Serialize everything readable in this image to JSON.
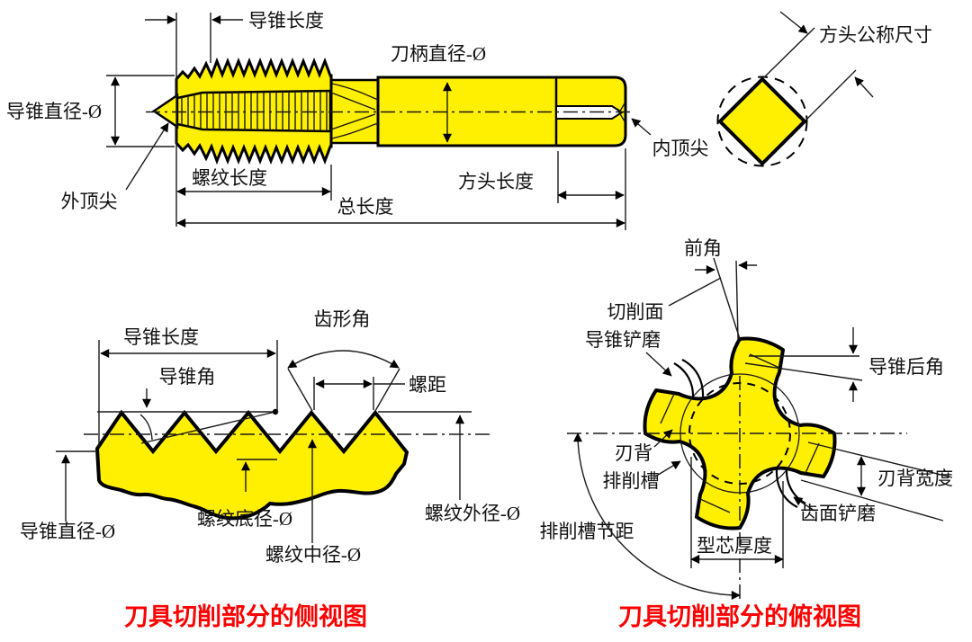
{
  "colors": {
    "fill_yellow": "#ffef00",
    "line_black": "#000000",
    "caption_red": "#ff0000"
  },
  "top_view": {
    "lead_taper_length": "导锥长度",
    "shank_diameter": "刀柄直径-Ø",
    "lead_taper_diameter": "导锥直径-Ø",
    "external_center": "外顶尖",
    "thread_length": "螺纹长度",
    "total_length": "总长度",
    "square_head_length": "方头长度",
    "internal_center": "内顶尖",
    "square_head_nominal_size": "方头公称尺寸"
  },
  "cutting_side_view": {
    "lead_taper_length": "导锥长度",
    "lead_taper_angle": "导锥角",
    "tooth_profile_angle": "齿形角",
    "pitch": "螺距",
    "lead_taper_diameter": "导锥直径-Ø",
    "thread_root_diameter": "螺纹底径-Ø",
    "thread_pitch_diameter": "螺纹中径-Ø",
    "thread_outer_diameter": "螺纹外径-Ø",
    "caption": "刀具切削部分的侧视图"
  },
  "cutting_plan_view": {
    "rake_angle": "前角",
    "cutting_face": "切削面",
    "lead_taper_relief_grind": "导锥铲磨",
    "lead_taper_relief_angle": "导锥后角",
    "land": "刃背",
    "flute": "排削槽",
    "flute_pitch": "排削槽节距",
    "land_width": "刃背宽度",
    "tooth_face_relief_grind": "齿面铲磨",
    "core_thickness": "型芯厚度",
    "caption": "刀具切削部分的俯视图"
  }
}
